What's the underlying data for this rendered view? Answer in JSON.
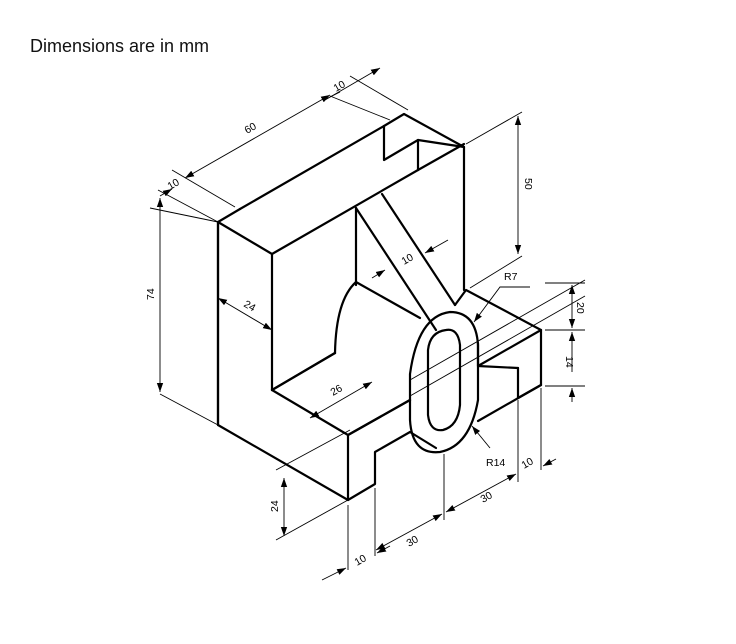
{
  "title": "Dimensions are in mm",
  "dimensions": {
    "d10_top_right": "10",
    "d60": "60",
    "d10_top_left": "10",
    "d74": "74",
    "d50": "50",
    "d10_rib": "10",
    "d24_inner": "24",
    "d26": "26",
    "r7": "R7",
    "d20": "20",
    "d14": "14",
    "r14": "R14",
    "d10_bottom_right": "10",
    "d30_right": "30",
    "d30_left": "30",
    "d24_base": "24",
    "d10_bottom_left": "10"
  }
}
